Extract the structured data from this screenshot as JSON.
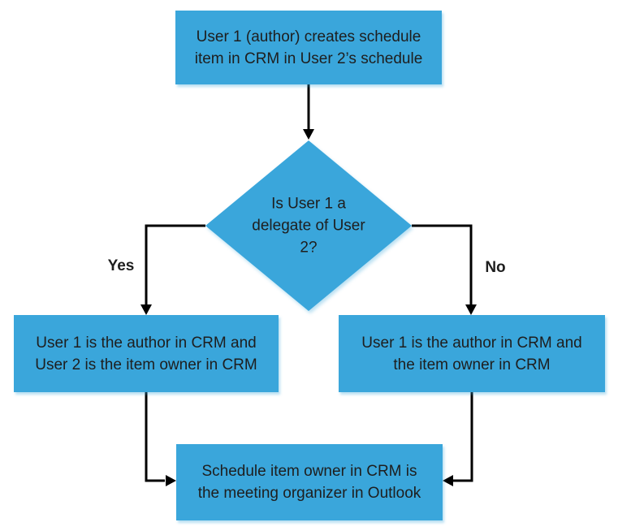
{
  "colors": {
    "node_fill": "#3AA6DB",
    "node_text": "#1E1E1E",
    "line_color": "#000000",
    "background": "#FFFFFF"
  },
  "nodes": {
    "start": {
      "text": "User 1 (author) creates schedule item in CRM in User 2’s schedule"
    },
    "decision": {
      "text": "Is User 1 a delegate of User 2?"
    },
    "yes_outcome": {
      "text": "User 1 is the author in CRM and User 2 is the item owner in CRM"
    },
    "no_outcome": {
      "text": "User 1 is the author in CRM and the item owner in CRM"
    },
    "end": {
      "text": "Schedule item owner in CRM is the meeting organizer in Outlook"
    }
  },
  "edges": {
    "yes_label": "Yes",
    "no_label": "No"
  }
}
